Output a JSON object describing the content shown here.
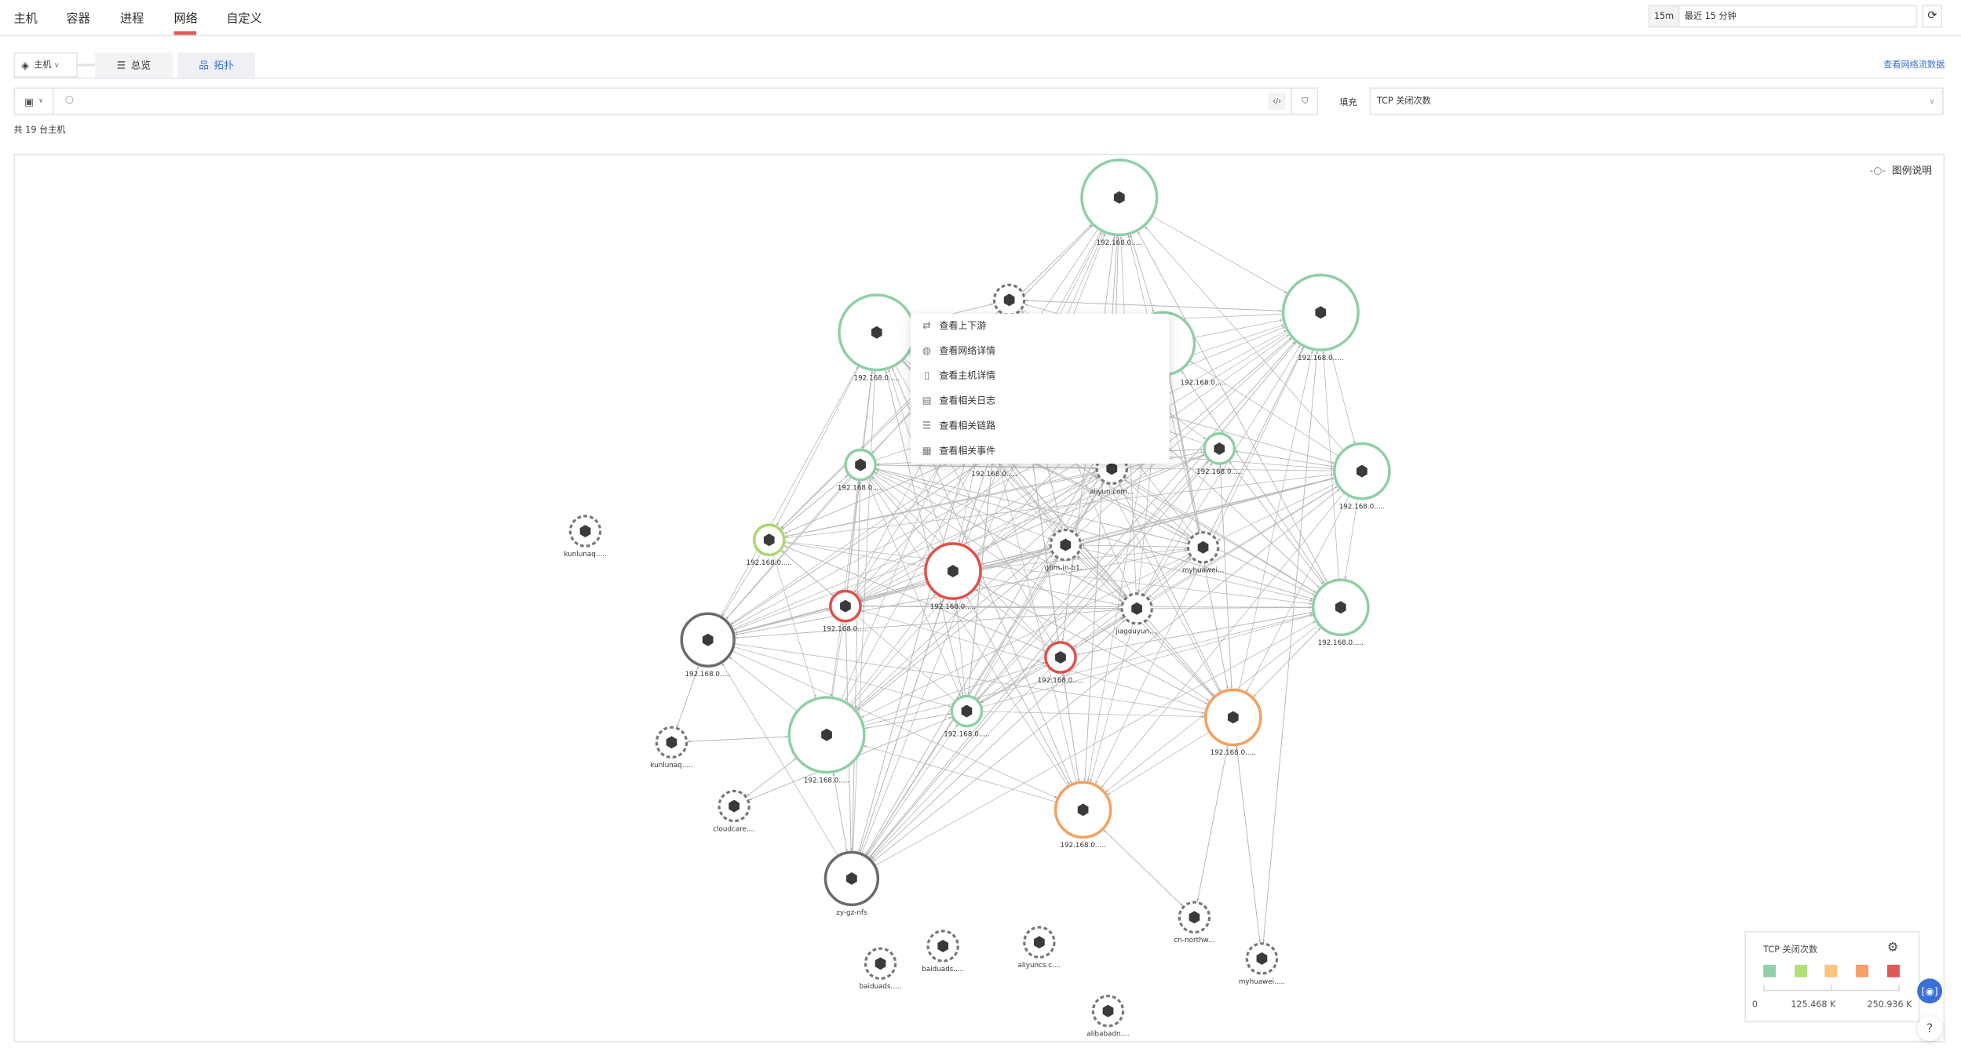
{
  "nav": {
    "tabs": [
      "主机",
      "容器",
      "进程",
      "网络",
      "自定义"
    ],
    "active": "网络"
  },
  "time": {
    "short": "15m",
    "label": "最近 15 分钟",
    "refresh_icon": "refresh-icon"
  },
  "toolbar": {
    "entity_select": "主机",
    "view_tabs": [
      "总览",
      "拓扑"
    ],
    "active_view": "拓扑",
    "flow_link": "查看网络流数据"
  },
  "search": {
    "value": "",
    "placeholder": "",
    "fill_label": "填充",
    "fill_value": "TCP 关闭次数"
  },
  "count_text": "共 19 台主机",
  "legend_toggle": "图例说明",
  "context_menu": [
    "查看上下游",
    "查看网络详情",
    "查看主机详情",
    "查看相关日志",
    "查看相关链路",
    "查看相关事件"
  ],
  "legend": {
    "title": "TCP 关闭次数",
    "ticks": [
      "0",
      "125.468 K",
      "250.936 K"
    ],
    "colors": [
      "#93cfa8",
      "#b3df77",
      "#fbc57f",
      "#f79f68",
      "#e05a55"
    ]
  },
  "help": "?",
  "nodes": [
    {
      "label": "192.168.0.....",
      "status": "green"
    },
    {
      "label": "192.168.0.....",
      "status": "green"
    },
    {
      "label": "",
      "status": "external"
    },
    {
      "label": "192.168.0.....",
      "status": "green"
    },
    {
      "label": "192.168.0.....",
      "status": "green"
    },
    {
      "label": "192.168.0.....",
      "status": "green"
    },
    {
      "label": "192.168.0.....",
      "status": "green"
    },
    {
      "label": "aliyun.com...",
      "status": "external"
    },
    {
      "label": "192.168.0.....",
      "status": "green"
    },
    {
      "label": "192.168.0.....",
      "status": "green"
    },
    {
      "label": "kunlunaq.....",
      "status": "external"
    },
    {
      "label": "192.168.0.....",
      "status": "lightgreen"
    },
    {
      "label": "192.168.0.....",
      "status": "red"
    },
    {
      "label": "gbm-in-b1...",
      "status": "external"
    },
    {
      "label": "myhuawei...",
      "status": "external"
    },
    {
      "label": "192.168.0.....",
      "status": "red"
    },
    {
      "label": "jiagouyun....",
      "status": "external"
    },
    {
      "label": "192.168.0.....",
      "status": "green"
    },
    {
      "label": "192.168.0.....",
      "status": "gray"
    },
    {
      "label": "192.168.0.....",
      "status": "red"
    },
    {
      "label": "192.168.0.....",
      "status": "green"
    },
    {
      "label": "192.168.0.....",
      "status": "orange"
    },
    {
      "label": "192.168.0.....",
      "status": "green"
    },
    {
      "label": "kunlunaq.....",
      "status": "external"
    },
    {
      "label": "cloudcare....",
      "status": "external"
    },
    {
      "label": "192.168.0.....",
      "status": "orange"
    },
    {
      "label": "zy-gz-nfs",
      "status": "gray"
    },
    {
      "label": "cn-northw...",
      "status": "external"
    },
    {
      "label": "baiduads.....",
      "status": "external"
    },
    {
      "label": "aliyuncs.c....",
      "status": "external"
    },
    {
      "label": "baiduads.....",
      "status": "external"
    },
    {
      "label": "myhuawei.....",
      "status": "external"
    },
    {
      "label": "alibabadn....",
      "status": "external"
    }
  ],
  "status_colors": {
    "green": "#8fcfa5",
    "lightgreen": "#a9d86e",
    "red": "#e0504a",
    "orange": "#f5a05e",
    "gray": "#6b6b6b",
    "external": "#777777"
  }
}
